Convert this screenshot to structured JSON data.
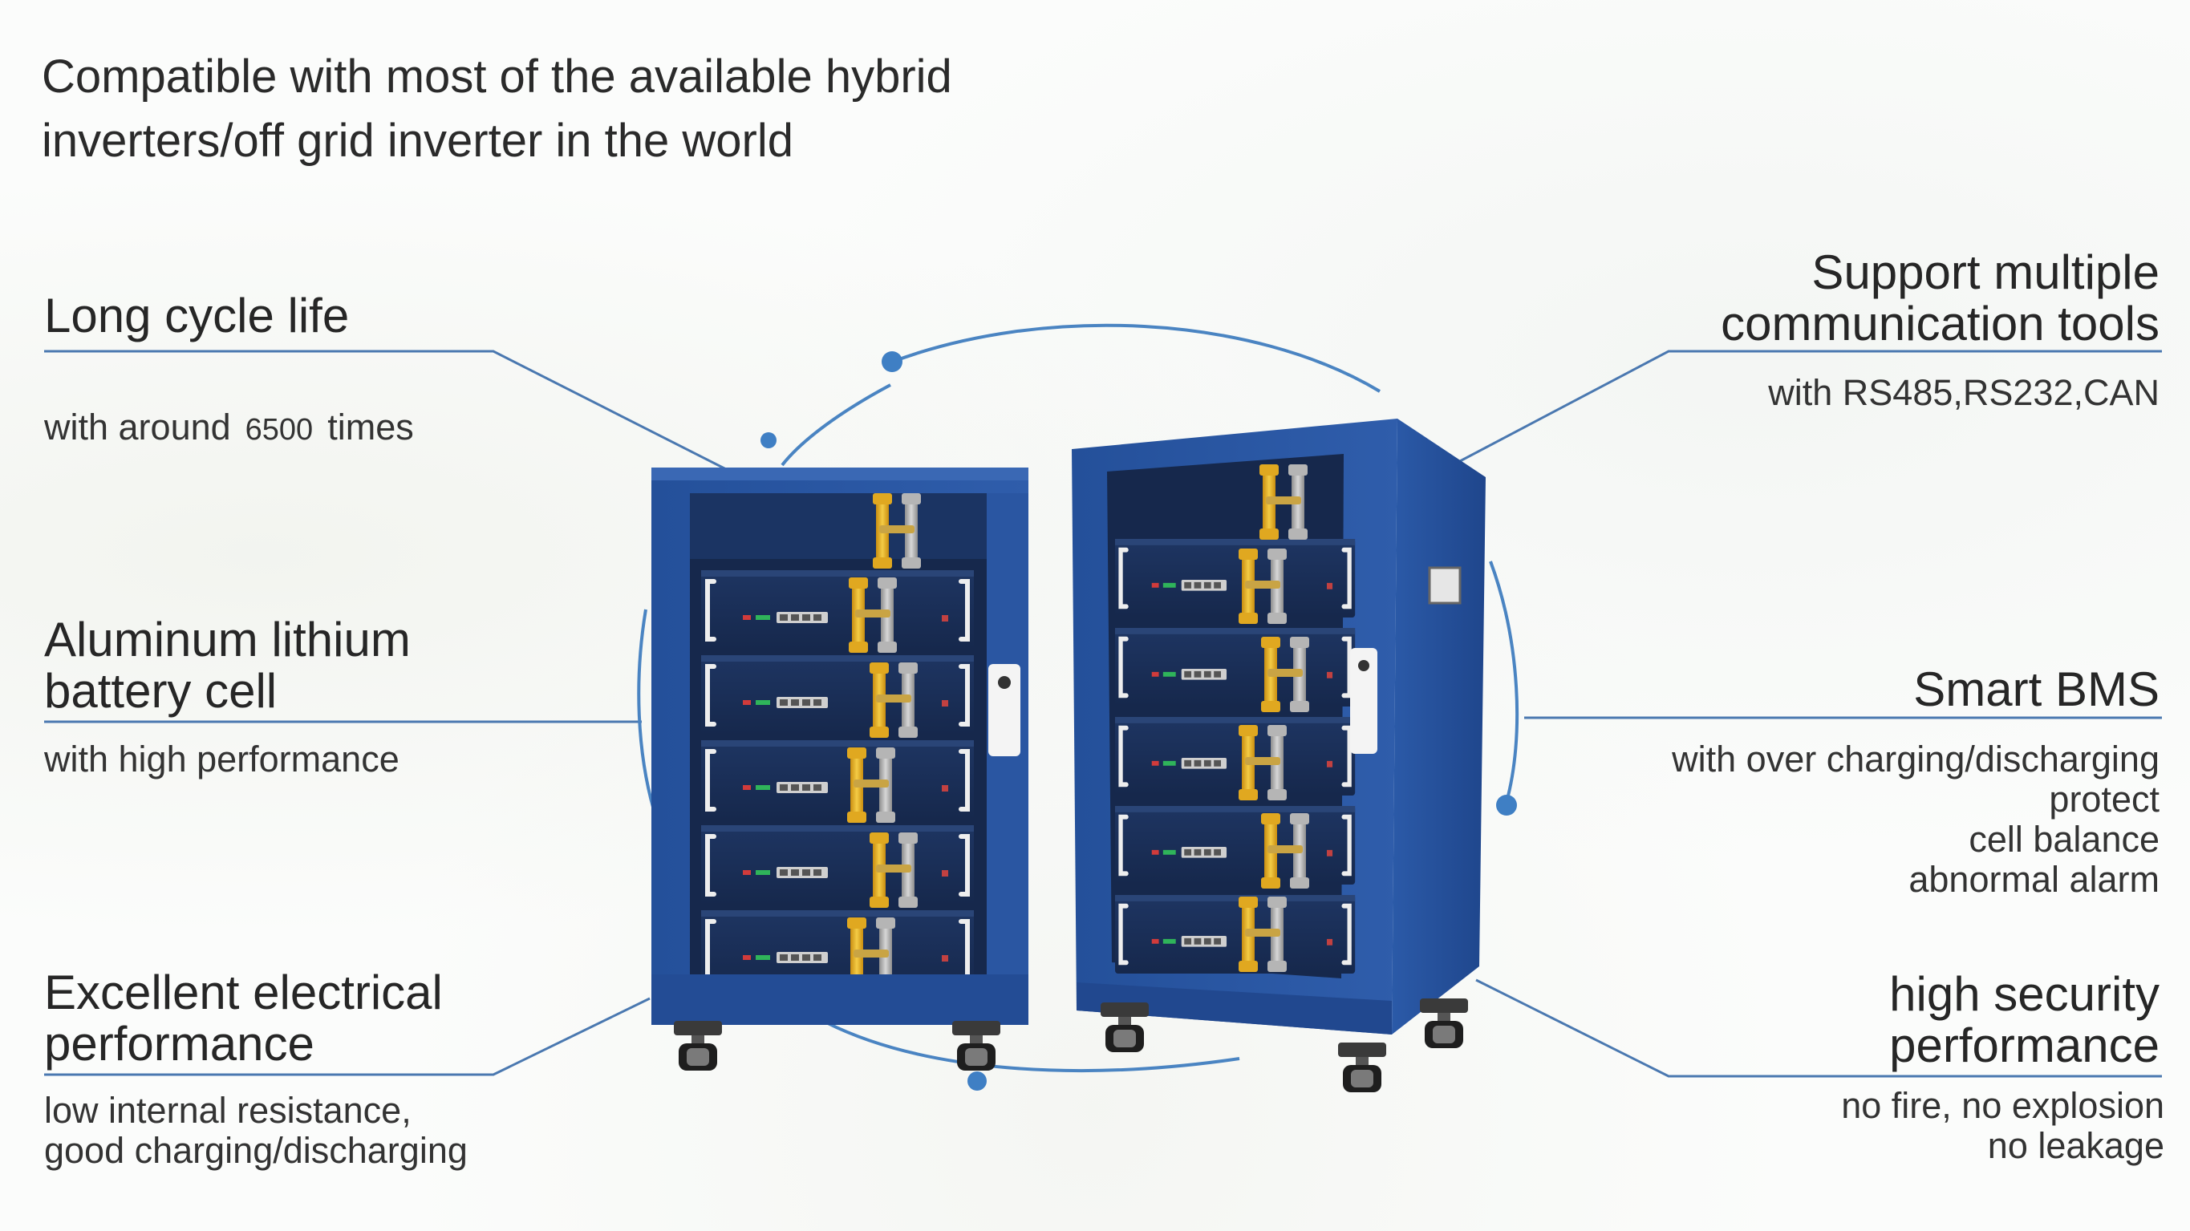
{
  "headline": "Compatible with most of the available hybrid\ninverters/off grid inverter in the world",
  "features_left": [
    {
      "title": "Long cycle life",
      "desc_prefix": "with around",
      "desc_number": "6500",
      "desc_suffix": "times"
    },
    {
      "title": "Aluminum lithium\nbattery cell",
      "desc": "with high performance"
    },
    {
      "title": "Excellent electrical\nperformance",
      "desc": "low internal resistance,\ngood charging/discharging"
    }
  ],
  "features_right": [
    {
      "title": "Support multiple\ncommunication tools",
      "desc": "with RS485,RS232,CAN"
    },
    {
      "title": "Smart BMS",
      "desc": "with over charging/discharging\nprotect\ncell balance\nabnormal alarm"
    },
    {
      "title": "high security\nperformance",
      "desc": "no fire, no explosion\nno leakage"
    }
  ],
  "colors": {
    "cabinet_blue": "#2d5aa3",
    "cabinet_dark": "#1c3c78",
    "accent_line": "#4a78b0",
    "gold_connector": "#e8b62c",
    "gray_connector": "#a8a8a8"
  }
}
